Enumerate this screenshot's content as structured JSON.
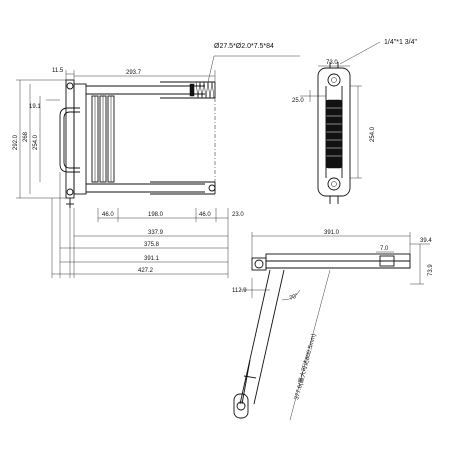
{
  "front_view": {
    "dims": {
      "d_11_5": "11.5",
      "d_293_7": "293.7",
      "d_19_1": "19.1",
      "d_292_0": "292.0",
      "d_268": "268",
      "d_254_0": "254.0",
      "d_46_0_left": "46.0",
      "d_198_0": "198.0",
      "d_46_0_right": "46.0",
      "d_23_0": "23.0",
      "d_337_9": "337.9",
      "d_375_8": "375.8",
      "d_391_1": "391.1",
      "d_427_2": "427.2"
    },
    "spring_callout": "Ø27.5*Ø2.0*7.5*84"
  },
  "side_view": {
    "pipe_callout": "1/4\"*1 3/4\"",
    "dims": {
      "d_73_0": "73.0",
      "d_25_0": "25.0",
      "d_254_0": "254.0"
    }
  },
  "install_view": {
    "dims": {
      "d_391_0": "391.0",
      "d_39_4": "39.4",
      "d_7_0": "7.0",
      "d_73_9": "73.9",
      "d_112_9": "112.9",
      "d_angle": "70°",
      "d_length": "377.6(最大可达800.5mm)"
    }
  }
}
